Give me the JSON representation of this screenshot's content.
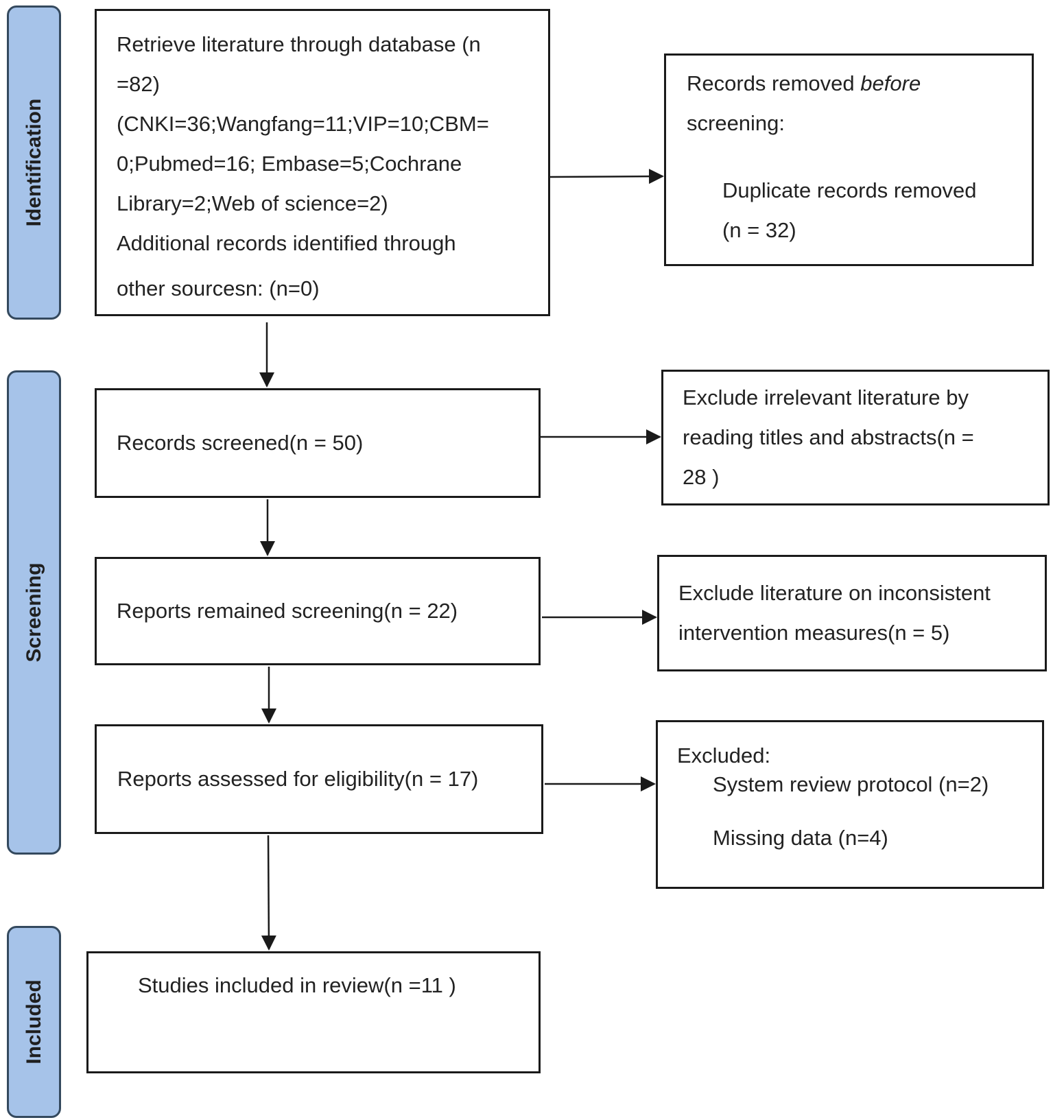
{
  "phases": {
    "identification": "Identification",
    "screening": "Screening",
    "included": "Included"
  },
  "identification_box": {
    "line1": "Retrieve literature through database (n",
    "line2": "=82)",
    "line3": "(CNKI=36;Wangfang=11;VIP=10;CBM=",
    "line4": "0;Pubmed=16; Embase=5;Cochrane",
    "line5": "Library=2;Web of science=2)",
    "line6": "Additional records identified through",
    "line7": "other sourcesn: (n=0)"
  },
  "removed_box": {
    "line1_prefix": "Records removed ",
    "line1_italic": "before",
    "line2": "screening:",
    "line3": "Duplicate records removed",
    "line4": "(n = 32)"
  },
  "screened_box": {
    "text": "Records screened(n = 50)"
  },
  "excluded_titles_box": {
    "line1": "Exclude irrelevant literature by",
    "line2": "reading titles and abstracts(n =",
    "line3": "28 )"
  },
  "remained_box": {
    "text": "Reports remained screening(n = 22)"
  },
  "excluded_intervention_box": {
    "line1": "Exclude literature on inconsistent",
    "line2": "intervention measures(n = 5)"
  },
  "eligibility_box": {
    "text": "Reports assessed for eligibility(n = 17)"
  },
  "excluded_eligibility_box": {
    "title": "Excluded:",
    "item1": "System review protocol (n=2)",
    "item2": "Missing data (n=4)"
  },
  "included_box": {
    "text": "Studies included in review(n =11 )"
  },
  "colors": {
    "phase_fill": "#a6c3e9",
    "phase_border": "#34495e",
    "box_border": "#1a1a1a"
  }
}
